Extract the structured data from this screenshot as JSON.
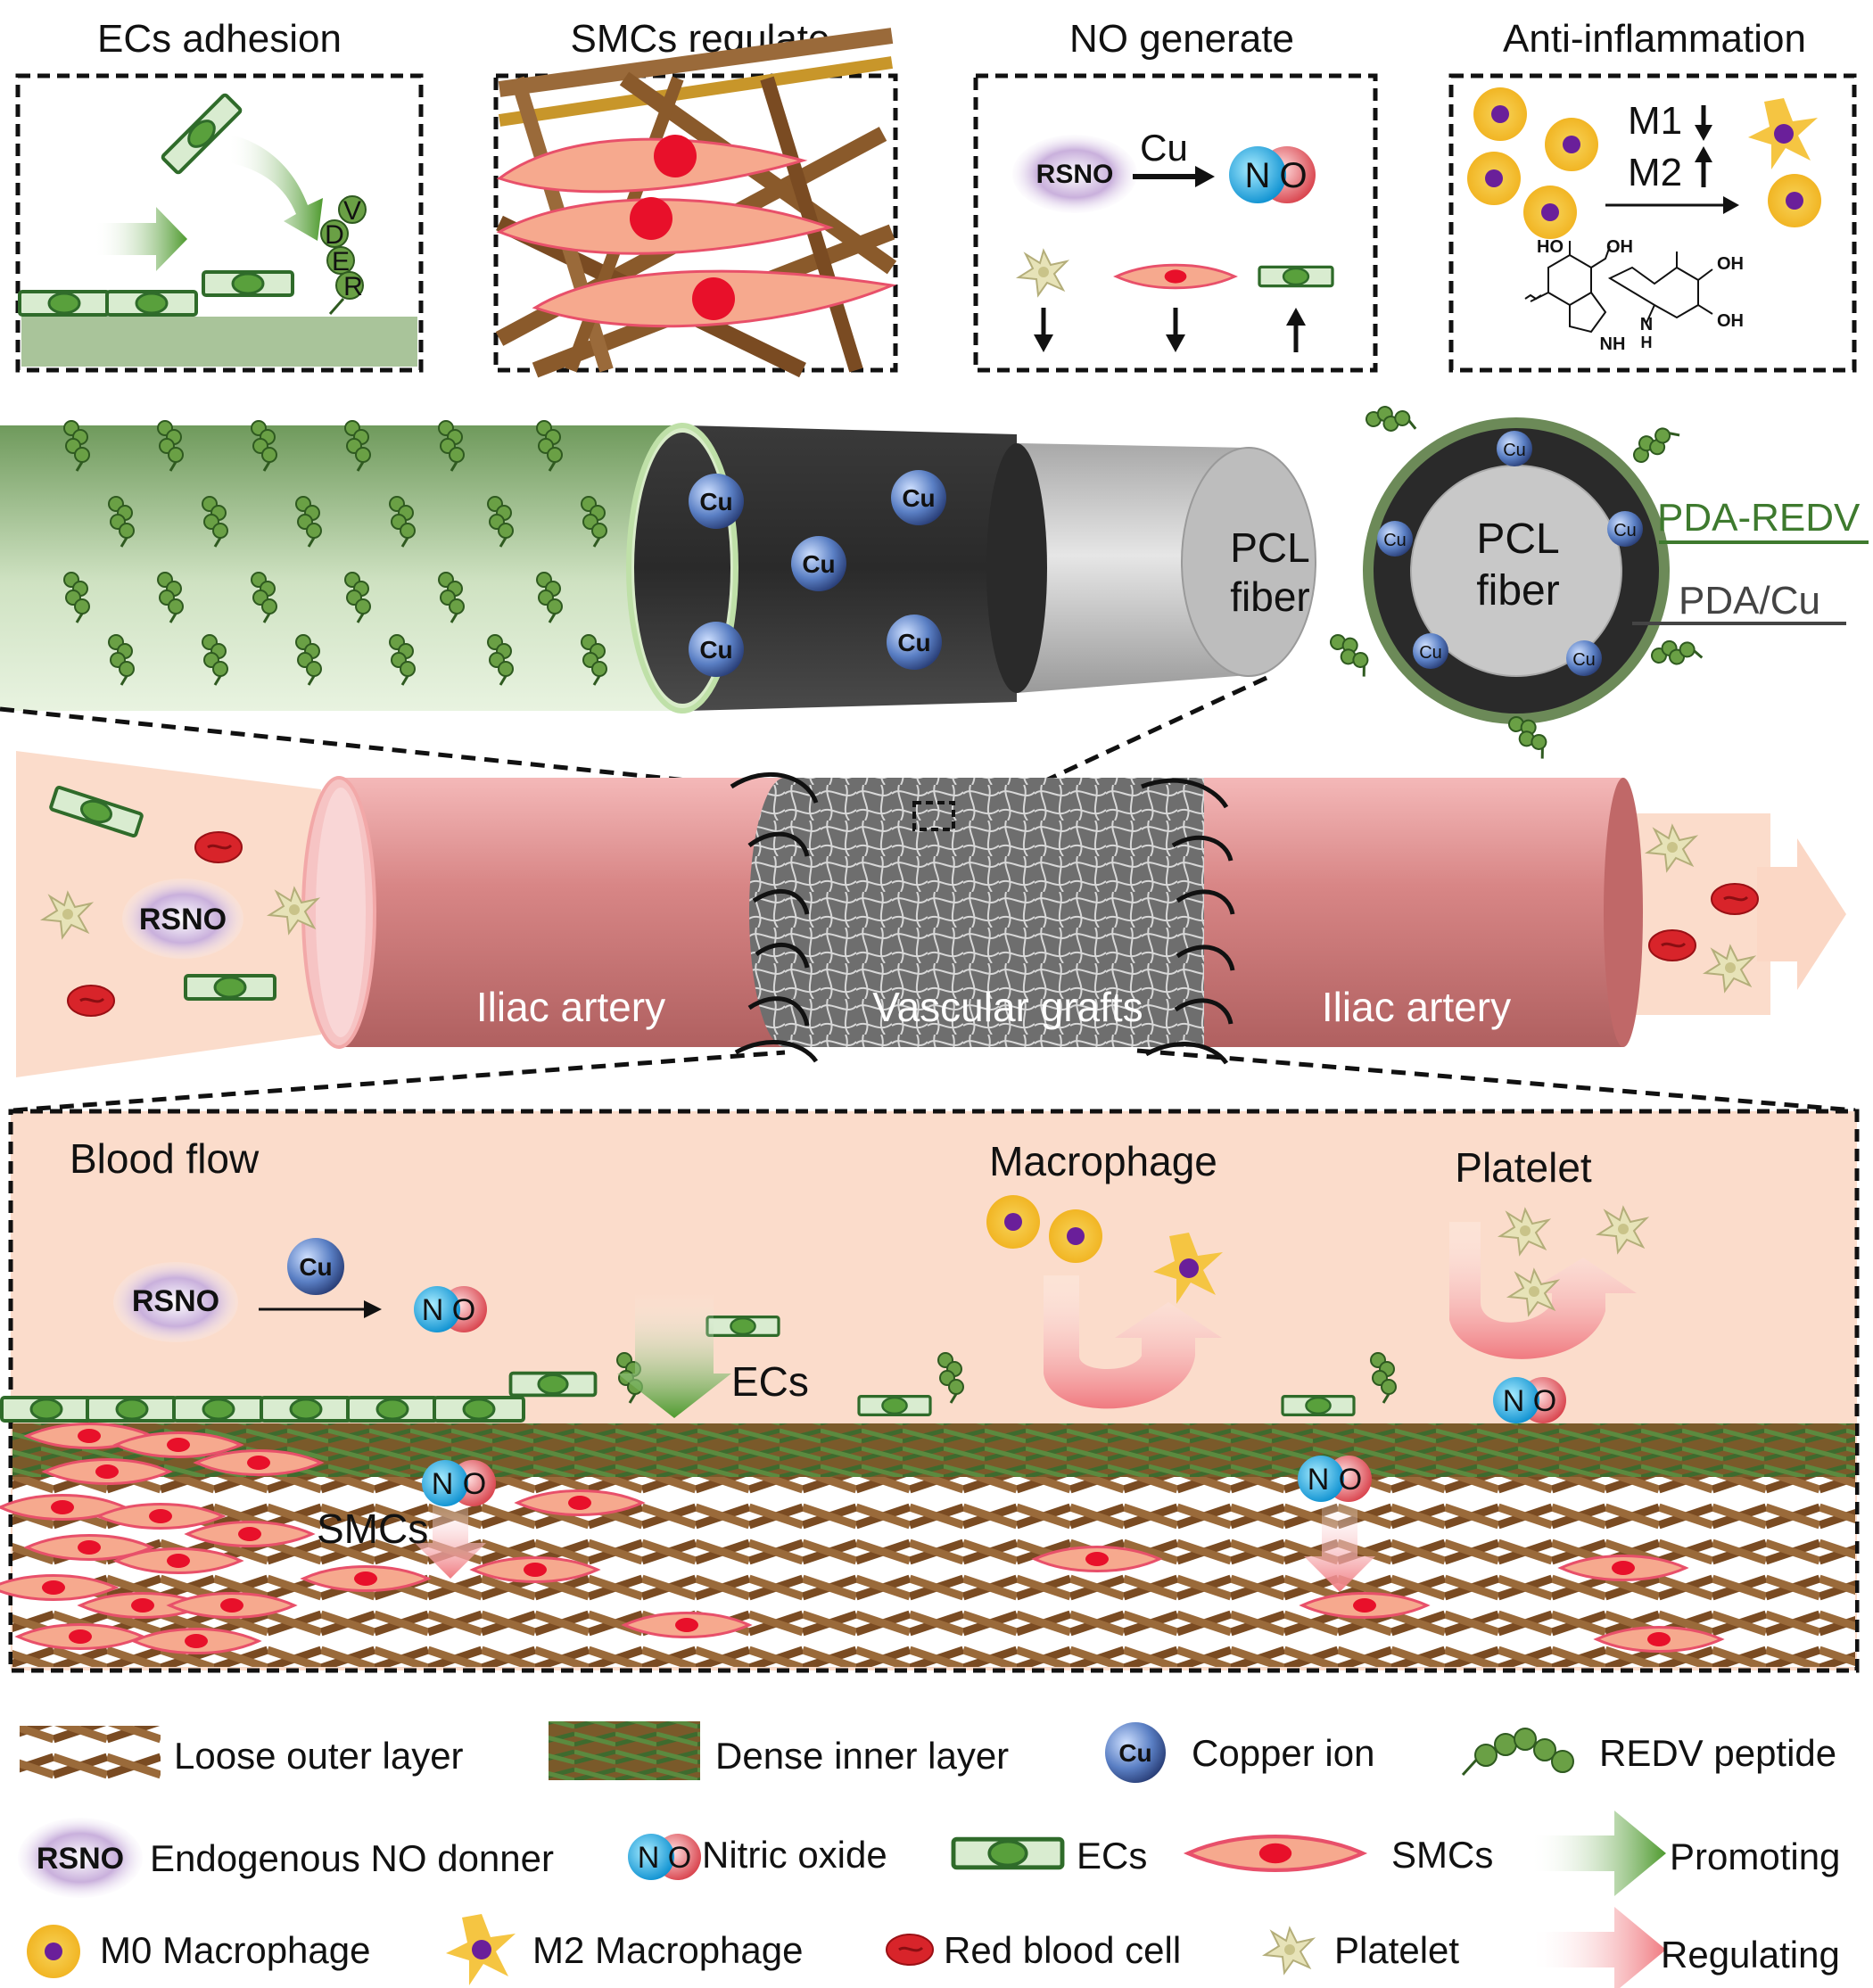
{
  "panels": {
    "ecs_adhesion": {
      "title": "ECs adhesion",
      "peptide_letters": [
        "V",
        "D",
        "E",
        "R"
      ]
    },
    "smcs_regulate": {
      "title": "SMCs regulate"
    },
    "no_generate": {
      "title": "NO generate",
      "donor": "RSNO",
      "catalyst": "Cu",
      "n": "N",
      "o": "O"
    },
    "anti_inflammation": {
      "title": "Anti-inflammation",
      "m1": "M1",
      "m2": "M2",
      "chem": {
        "ho": "HO",
        "oh1": "OH",
        "oh2": "OH",
        "oh3": "OH",
        "nh1": "NH",
        "nh2": "N",
        "h": "H"
      }
    }
  },
  "fiber": {
    "cu_label": "Cu",
    "pcl_line1": "PCL",
    "pcl_line2": "fiber",
    "cross_section": {
      "pcl_line1": "PCL",
      "pcl_line2": "fiber",
      "cu_label": "Cu",
      "pda_redv": "PDA-REDV",
      "pda_cu": "PDA/Cu"
    }
  },
  "artery": {
    "donor": "RSNO",
    "left_label": "Iliac artery",
    "graft_label": "Vascular grafts",
    "right_label": "Iliac artery"
  },
  "detail": {
    "blood_flow": "Blood flow",
    "donor": "RSNO",
    "cu": "Cu",
    "n": "N",
    "o": "O",
    "macrophage": "Macrophage",
    "platelet": "Platelet",
    "ecs": "ECs",
    "smcs": "SMCs"
  },
  "legend": {
    "loose_outer": "Loose outer layer",
    "dense_inner": "Dense inner layer",
    "copper_icon": "Cu",
    "copper": "Copper ion",
    "redv": "REDV peptide",
    "rsno_icon": "RSNO",
    "donor": "Endogenous NO donner",
    "n": "N",
    "o": "O",
    "nitric_oxide": "Nitric oxide",
    "ecs": "ECs",
    "smcs": "SMCs",
    "promoting": "Promoting",
    "m0": "M0 Macrophage",
    "m2": "M2 Macrophage",
    "rbc": "Red blood cell",
    "platelet": "Platelet",
    "regulating": "Regulating"
  },
  "colors": {
    "ec_fill": "#d9ecd0",
    "ec_stroke": "#2f6b2a",
    "smc_fill": "#f6a98e",
    "fiber_brown": "#8a5a2b",
    "fiber_green": "#3e6b2e",
    "artery": "#c97070",
    "blood_bg": "#fbdccb",
    "macrophage": "#f5c542",
    "nucleus": "#6a1f9a"
  }
}
